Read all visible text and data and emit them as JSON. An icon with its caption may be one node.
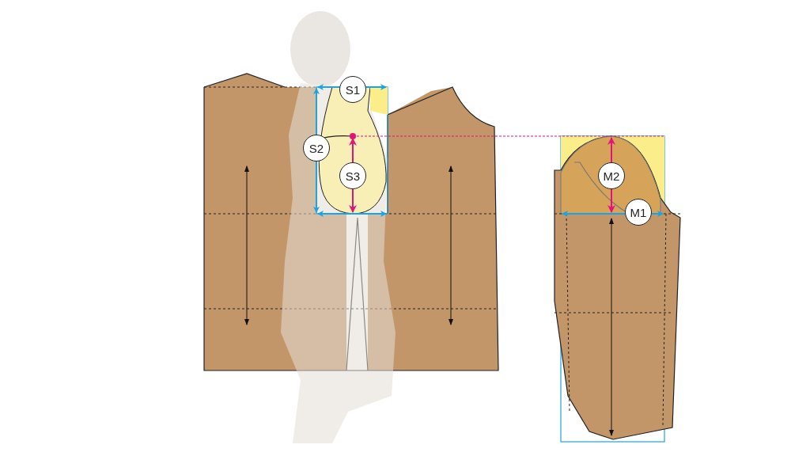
{
  "diagram": {
    "nodes": [
      {
        "text": [
          "S1"
        ]
      },
      {
        "text": [
          "S2"
        ]
      },
      {
        "text": [
          "S3"
        ]
      },
      {
        "text": [
          "M2"
        ]
      },
      {
        "text": [
          "M1"
        ]
      }
    ]
  }
}
